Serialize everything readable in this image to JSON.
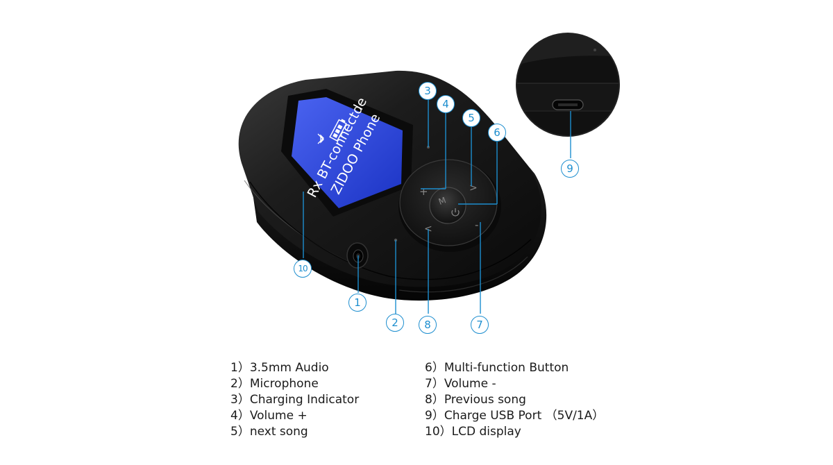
{
  "lcd": {
    "line1": "Rx BT-connectde",
    "line2": "ZIDOO Phone"
  },
  "device": {
    "center_button_label": "M"
  },
  "callouts": [
    {
      "id": "1",
      "label": "1"
    },
    {
      "id": "2",
      "label": "2"
    },
    {
      "id": "3",
      "label": "3"
    },
    {
      "id": "4",
      "label": "4"
    },
    {
      "id": "5",
      "label": "5"
    },
    {
      "id": "6",
      "label": "6"
    },
    {
      "id": "7",
      "label": "7"
    },
    {
      "id": "8",
      "label": "8"
    },
    {
      "id": "9",
      "label": "9"
    },
    {
      "id": "10",
      "label": "10"
    }
  ],
  "legend_left": [
    {
      "num": "1）",
      "text": "3.5mm Audio"
    },
    {
      "num": "2）",
      "text": "Microphone"
    },
    {
      "num": "3）",
      "text": "Charging Indicator"
    },
    {
      "num": "4）",
      "text": "Volume +"
    },
    {
      "num": "5）",
      "text": "next song"
    }
  ],
  "legend_right": [
    {
      "num": "6）",
      "text": "Multi-function Button"
    },
    {
      "num": "7）",
      "text": "Volume -"
    },
    {
      "num": "8）",
      "text": "Previous song"
    },
    {
      "num": "9）",
      "text": "Charge USB Port （5V/1A）"
    },
    {
      "num": "10）",
      "text": "LCD display"
    }
  ],
  "colors": {
    "accent": "#1d8ecf",
    "device_body": "#141414",
    "lcd_screen": "#2a46d8"
  }
}
